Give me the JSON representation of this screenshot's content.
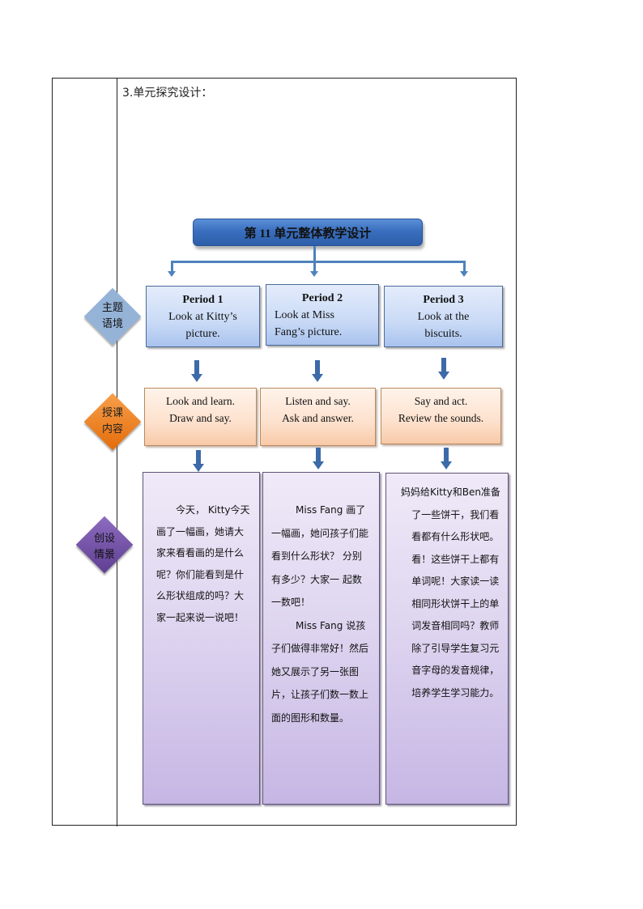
{
  "document": {
    "section_heading": "3.单元探究设计："
  },
  "diagram": {
    "title": "第 11 单元整体教学设计",
    "row_labels": [
      {
        "text_line1": "主题",
        "text_line2": "语境",
        "color": "#95b3d7"
      },
      {
        "text_line1": "授课",
        "text_line2": "内容",
        "color": "#e46c0a"
      },
      {
        "text_line1": "创设",
        "text_line2": "情景",
        "color": "#6f4f9f"
      }
    ],
    "periods": [
      {
        "title": "Period 1",
        "line1": "Look at Kitty’s",
        "line2": "picture."
      },
      {
        "title": "Period 2",
        "line1": "Look at Miss",
        "line2": "Fang’s  picture."
      },
      {
        "title": "Period 3",
        "line1": "Look at the",
        "line2": "biscuits."
      }
    ],
    "contents": [
      {
        "line1": "Look and learn.",
        "line2": "Draw and say."
      },
      {
        "line1": "Listen and say.",
        "line2": "Ask and answer."
      },
      {
        "line1": "Say and act.",
        "line2": "Review the sounds."
      }
    ],
    "scenarios": [
      {
        "paragraphs": [
          "今天， Kitty今天画了一幅画，她请大家来看看画的是什么呢？你们能看到是什么形状组成的吗？大家一起来说一说吧！"
        ]
      },
      {
        "paragraphs": [
          "Miss Fang 画了一幅画，她问孩子们能看到什么形状？ 分别有多少？大家一 起数一数吧！",
          "Miss Fang 说孩子们做得非常好！然后她又展示了另一张图片，让孩子们数一数上面的图形和数量。"
        ]
      },
      {
        "paragraphs": [
          "妈妈给Kitty和Ben准备了一些饼干，我们看看都有什么形状吧。看！这些饼干上都有单词呢！大家读一读相同形状饼干上的单词发音相同吗？教师除了引导学生复习元音字母的发音规律，培养学生学习能力。"
        ]
      }
    ],
    "colors": {
      "title_bar": "#3a6fbf",
      "connector": "#4f81bd",
      "block_arrow": "#3d6aa8",
      "period_box": "#c9daf6",
      "content_box": "#fde1cd",
      "scenario_box": "#ddd3ef"
    }
  }
}
